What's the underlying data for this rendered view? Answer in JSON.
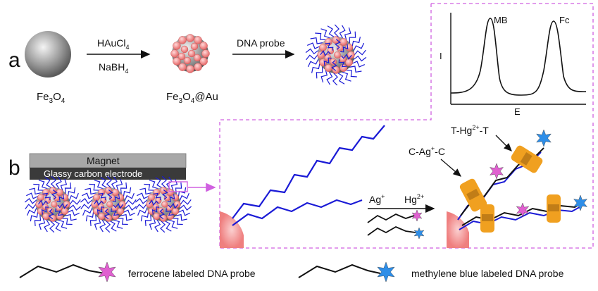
{
  "panel_a": {
    "letter": "a",
    "core_label": "Fe3O4",
    "reagent_top": "HAuCl4",
    "reagent_bottom": "NaBH4",
    "conjugate_label": "Fe3O4@Au",
    "step2_label": "DNA probe"
  },
  "voltammogram": {
    "peak_left_label": "MB",
    "peak_right_label": "Fc",
    "x_axis_label": "E",
    "y_axis_label": "I"
  },
  "panel_b": {
    "letter": "b",
    "magnet_label": "Magnet",
    "electrode_label": "Glassy carbon electrode",
    "ion_ag_label": "Ag+",
    "ion_hg_label": "Hg2+",
    "ag_complex_label": "C-Ag+-C",
    "hg_complex_label": "T-Hg2+-T"
  },
  "legend": {
    "ferrocene_label": "ferrocene labeled DNA probe",
    "methylene_label": "methylene blue labeled DNA probe"
  },
  "colors": {
    "dna_blue": "#1a1ad6",
    "gold_np": "#f08c8c",
    "ferrocene_star": "#e060d0",
    "methylene_star": "#2e8ee8",
    "bridge_orange": "#f0a020",
    "dashed_box": "#d060e0"
  }
}
